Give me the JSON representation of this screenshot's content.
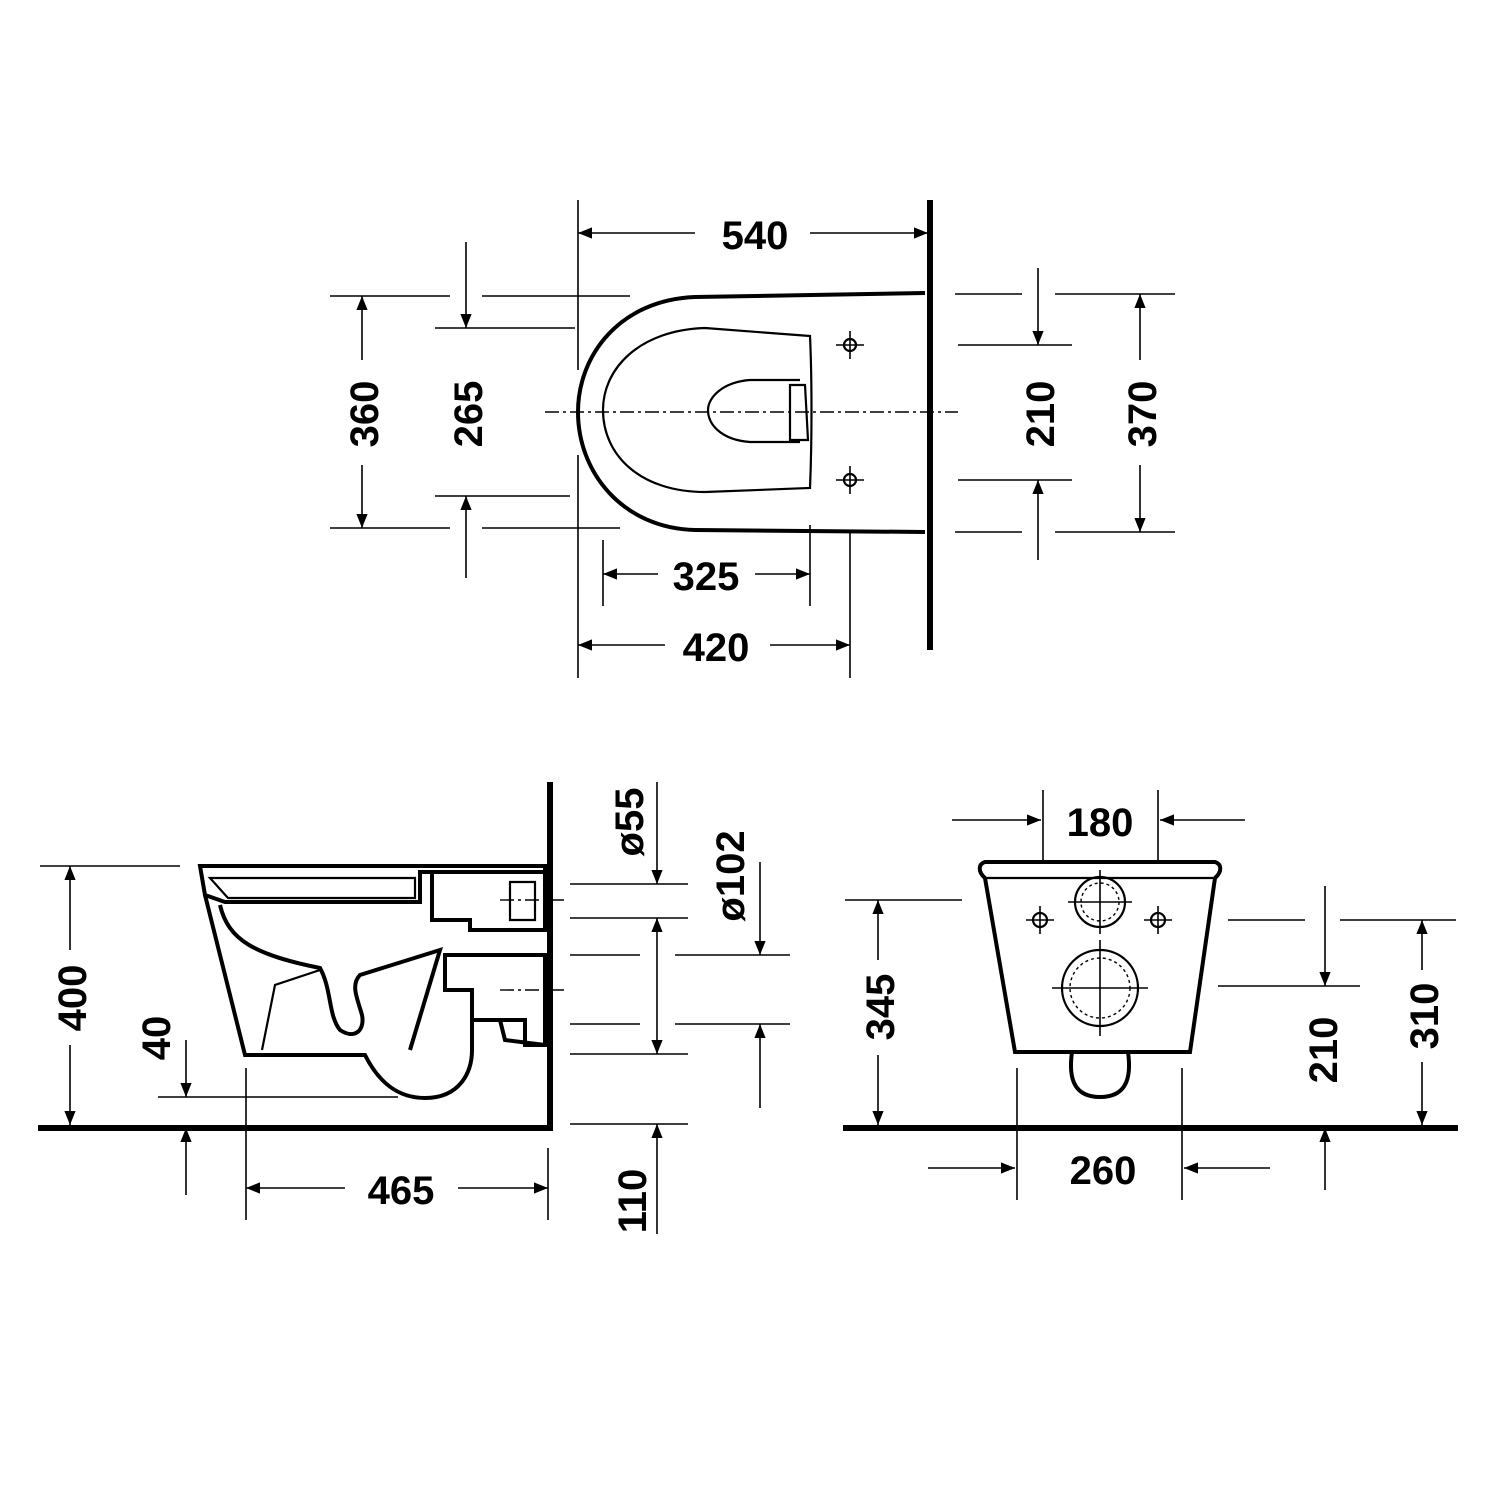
{
  "top_view": {
    "overall_length": "540",
    "seat_length": "325",
    "bowl_length": "420",
    "overall_width": "360",
    "seat_width": "265",
    "fixing_spacing": "210",
    "wall_width": "370"
  },
  "side_view": {
    "height": "400",
    "rim_offset": "40",
    "projection": "465",
    "outlet_height": "110",
    "inlet_diameter": "ø55",
    "outlet_diameter": "ø102"
  },
  "rear_view": {
    "inlet_spacing": "180",
    "outlet_width": "260",
    "inlet_height": "345",
    "fixing_height": "210",
    "top_fixing_height": "310"
  }
}
